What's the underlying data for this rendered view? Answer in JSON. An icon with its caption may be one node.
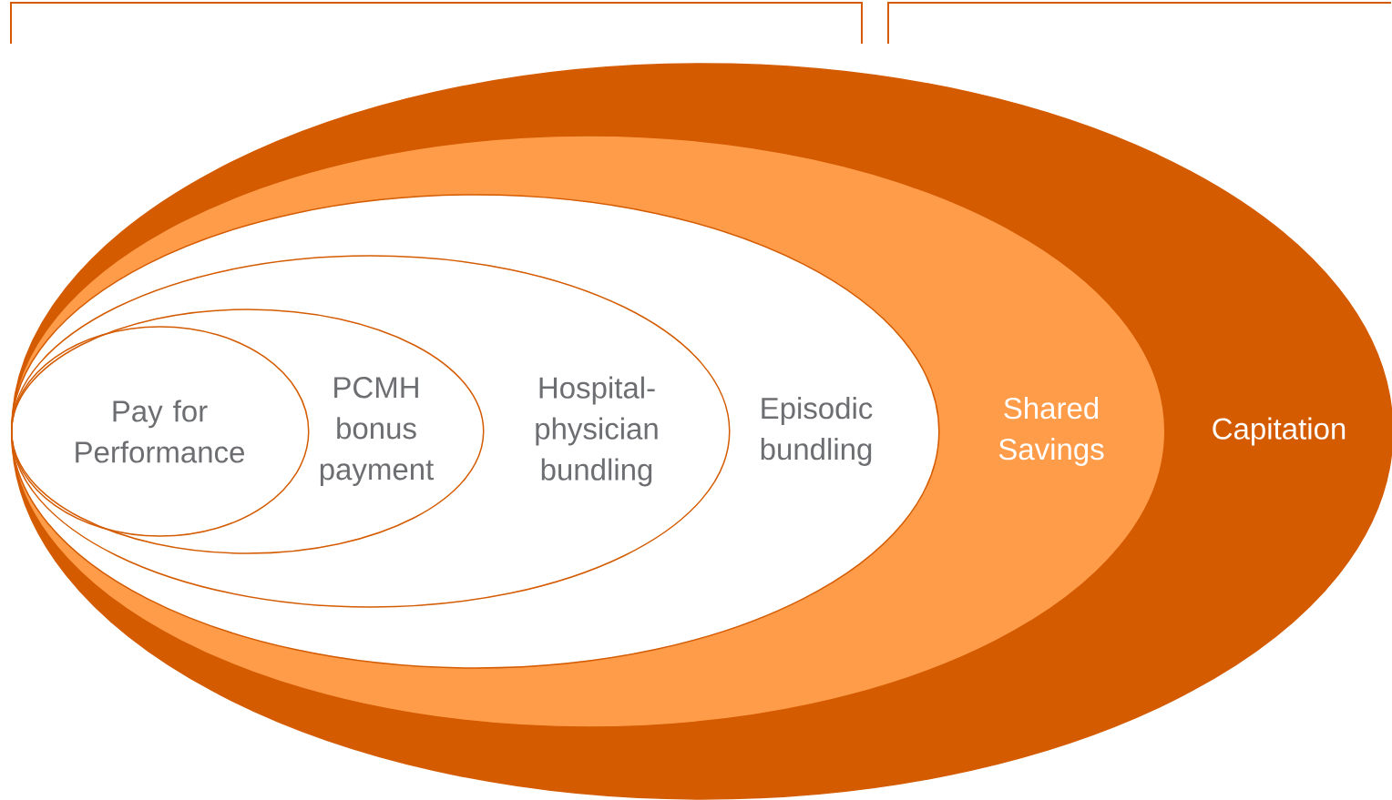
{
  "diagram": {
    "nodes": [
      {
        "text": [
          "Capitation"
        ]
      },
      {
        "text": [
          "Shared Savings"
        ],
        "in": 0
      },
      {
        "text": [
          "Episodic bundling"
        ],
        "in": 1
      },
      {
        "text": [
          "Hospital- physician bundling"
        ],
        "in": 2
      },
      {
        "text": [
          "PCMH bonus payment"
        ],
        "in": 3
      },
      {
        "text": [
          "Pay for Performance"
        ],
        "in": 4
      }
    ]
  }
}
